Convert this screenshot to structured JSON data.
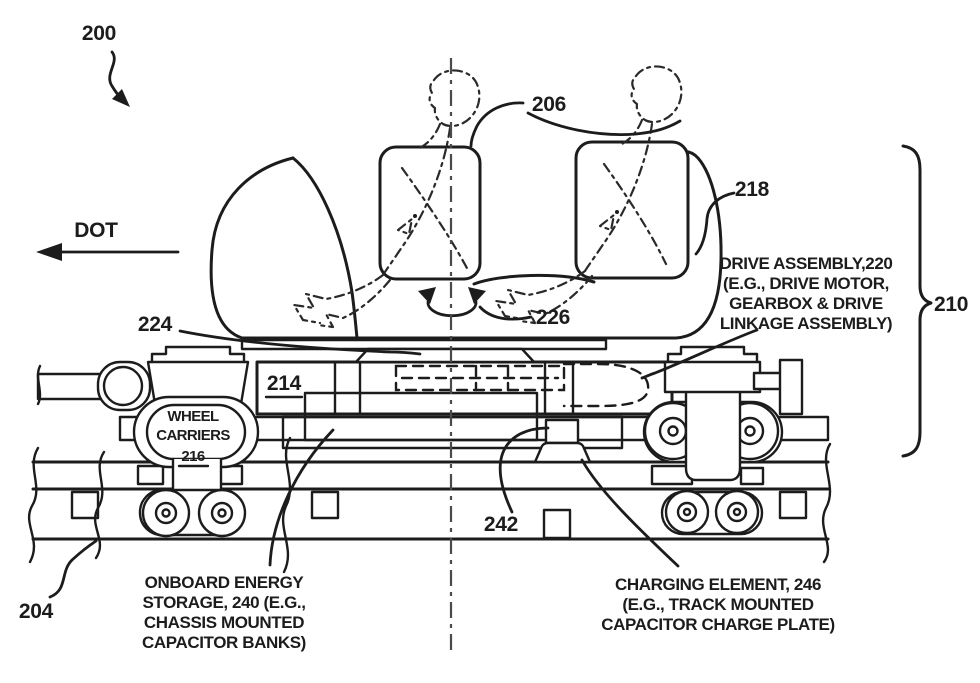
{
  "labels": {
    "vehicle_ref": "200",
    "dot": "DOT",
    "riders_ref": "206",
    "body_ref": "218",
    "assembly_group_ref": "210",
    "chassis_ref": "214",
    "platform_ref": "224",
    "rotation_ref": "226",
    "contact_ref": "242",
    "track_ref": "204",
    "drive_assembly_lines": [
      "DRIVE ASSEMBLY,220",
      "(E.G., DRIVE MOTOR,",
      "GEARBOX & DRIVE",
      "LINKAGE ASSEMBLY)"
    ],
    "wheel_carriers_lines": [
      "WHEEL",
      "CARRIERS",
      "216"
    ],
    "onboard_storage_lines": [
      "ONBOARD ENERGY",
      "STORAGE, 240 (E.G.,",
      "CHASSIS MOUNTED",
      "CAPACITOR BANKS)"
    ],
    "charging_element_lines": [
      "CHARGING ELEMENT, 246",
      "(E.G., TRACK MOUNTED",
      "CAPACITOR CHARGE PLATE)"
    ]
  },
  "colors": {
    "ink": "#1c1c1c",
    "background": "#ffffff",
    "centerline": "#4a4a4a"
  }
}
